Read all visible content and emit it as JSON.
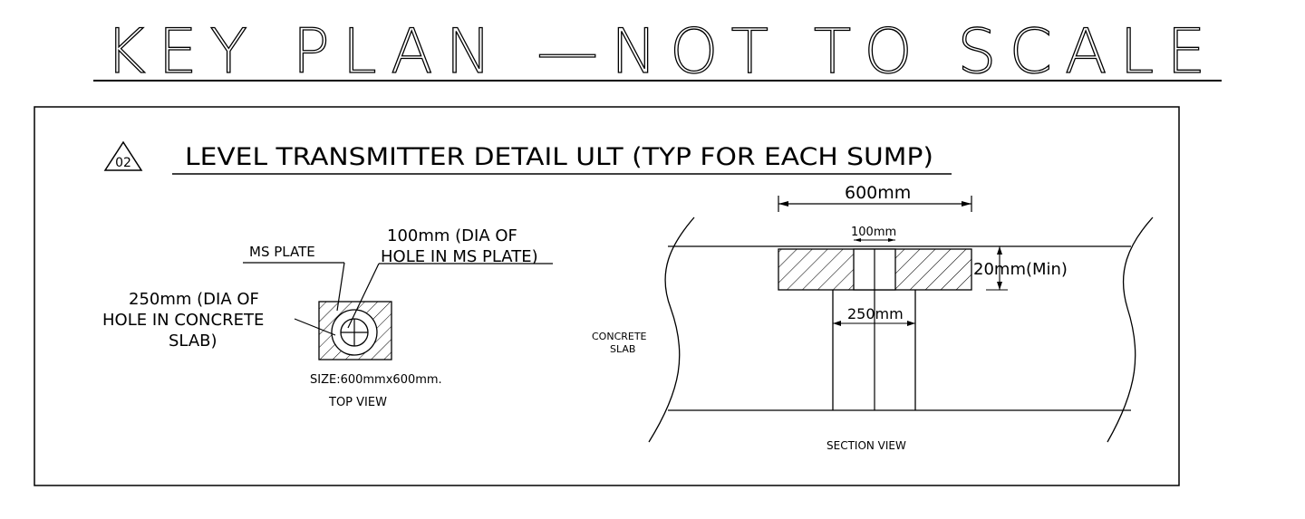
{
  "header": {
    "title": "KEY PLAN —NOT TO SCALE"
  },
  "detail": {
    "number": "02",
    "title": "LEVEL TRANSMITTER  DETAIL ULT (TYP FOR EACH  SUMP)"
  },
  "top_view": {
    "ms_plate_label": "MS PLATE",
    "dia_100_line1": "100mm (DIA OF",
    "dia_100_line2": "HOLE IN MS PLATE)",
    "dia_250_line1": "250mm (DIA OF",
    "dia_250_line2": "HOLE IN CONCRETE",
    "dia_250_line3": "SLAB)",
    "size_label": "SIZE:600mmx600mm.",
    "view_label": "TOP VIEW"
  },
  "section_view": {
    "dim_600": "600mm",
    "dim_100": "100mm",
    "dim_20": "20mm(Min)",
    "dim_250": "250mm",
    "concrete_line1": "CONCRETE",
    "concrete_line2": "SLAB",
    "view_label": "SECTION VIEW"
  }
}
